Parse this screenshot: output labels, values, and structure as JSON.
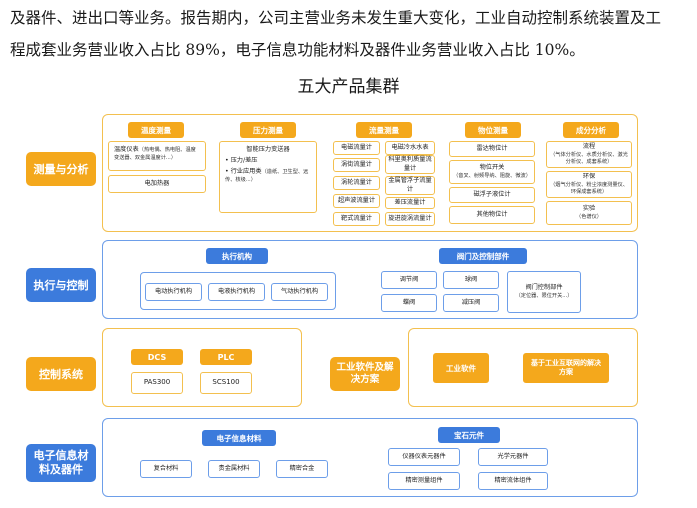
{
  "paragraph": {
    "line1": "及器件、进出口等业务。报告期内，公司主营业务未发生重大变化，工业自动控制系统装置及工",
    "line2": "程成套业务营业收入占比 89%，电子信息功能材料及器件业务营业收入占比 10%。"
  },
  "figure_title": "五大产品集群",
  "rows": {
    "measure": {
      "label": "测量与分析",
      "temperature": {
        "tag": "温度测量",
        "item1_title": "温度仪表",
        "item1_detail": "（热电偶、热电阻、温度变送器、双金属温度计...）",
        "item2": "电加热器"
      },
      "pressure": {
        "tag": "压力测量",
        "title": "智能压力变送器",
        "bullet1": "压力/差压",
        "bullet2": "行业应用类",
        "bullet2_detail": "（造纸、卫生型、远传、核级...）"
      },
      "flow": {
        "tag": "流量测量",
        "items": [
          "电磁流量计",
          "电磁冷水水表",
          "涡街流量计",
          "科里奥利质量流量计",
          "涡轮流量计",
          "金属管浮子流量计",
          "超声波流量计",
          "差压流量计",
          "靶式流量计",
          "旋进旋涡流量计"
        ]
      },
      "level": {
        "tag": "物位测量",
        "items": [
          "雷达物位计",
          "物位开关",
          "磁浮子液位计",
          "其他物位计"
        ],
        "switch_detail": "（音叉、射频导纳、阻旋、微波）"
      },
      "analysis": {
        "tag": "成分分析",
        "process": "流程",
        "process_detail": "（气体分析仪、水质分析仪、激光分析仪、成套系统）",
        "env": "环保",
        "env_detail": "（烟气分析仪、粉尘浓度测量仪、环保成套系统）",
        "lab": "实验",
        "lab_detail": "（色谱仪）"
      }
    },
    "execute": {
      "label": "执行与控制",
      "actuator": {
        "tag": "执行机构",
        "items": [
          "电动执行机构",
          "电液执行机构",
          "气动执行机构"
        ]
      },
      "valve": {
        "tag": "阀门及控制部件",
        "items": [
          "调节阀",
          "球阀",
          "蝶阀",
          "减压阀"
        ],
        "parts": "阀门控制部件",
        "parts_detail": "（定位器、限位开关...）"
      }
    },
    "control": {
      "label": "控制系统",
      "dcs": {
        "tag": "DCS",
        "item": "PAS300"
      },
      "plc": {
        "tag": "PLC",
        "item": "SCS100"
      },
      "software_label": "工业软件及解决方案",
      "software": "工业软件",
      "iiot": "基于工业互联网的解决方案"
    },
    "electronic": {
      "label": "电子信息材料及器件",
      "materials": {
        "tag": "电子信息材料",
        "items": [
          "复合材料",
          "贵金属材料",
          "精密合金"
        ]
      },
      "gems": {
        "tag": "宝石元件",
        "items": [
          "仪器仪表元器件",
          "光学元器件",
          "精密测量组件",
          "精密流体组件"
        ]
      }
    }
  },
  "colors": {
    "orange": "#f4a81c",
    "blue": "#3c7bdc",
    "orange_border": "#f3c04f",
    "blue_border": "#6d9ee9"
  }
}
